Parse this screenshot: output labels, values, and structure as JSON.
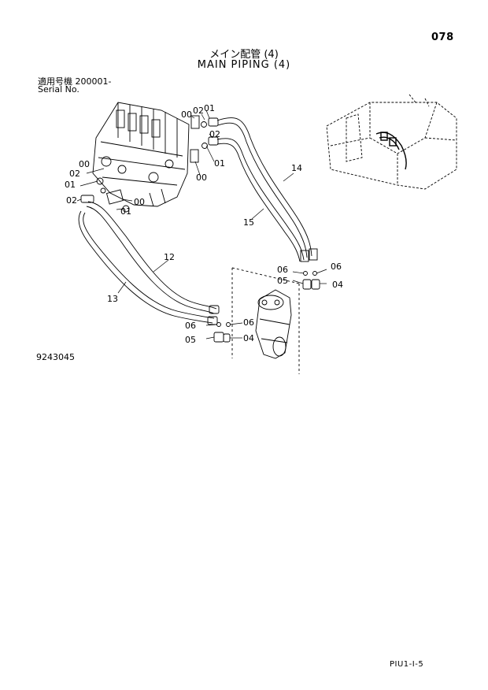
{
  "header": {
    "page_number": "078",
    "title_jp": "メイン配管 (4)",
    "title_en": "MAIN PIPING (4)",
    "serial_jp": "適用号機  200001-",
    "serial_en": "Serial No."
  },
  "drawing_number": "9243045",
  "footer": {
    "page_code": "PIU1-I-5"
  },
  "callouts": {
    "c00a": "00",
    "c02a": "02",
    "c01a": "01",
    "c02b": "02",
    "c01b": "01",
    "c00b": "00",
    "c00c": "00",
    "c02c": "02",
    "c01c": "01",
    "c02d": "02",
    "c00d": "00",
    "c01d": "01",
    "c14": "14",
    "c15": "15",
    "c12": "12",
    "c13": "13",
    "c06a": "06",
    "c06b": "06",
    "c05a": "05",
    "c04a": "04",
    "c06c": "06",
    "c06d": "06",
    "c05b": "05",
    "c04b": "04"
  }
}
